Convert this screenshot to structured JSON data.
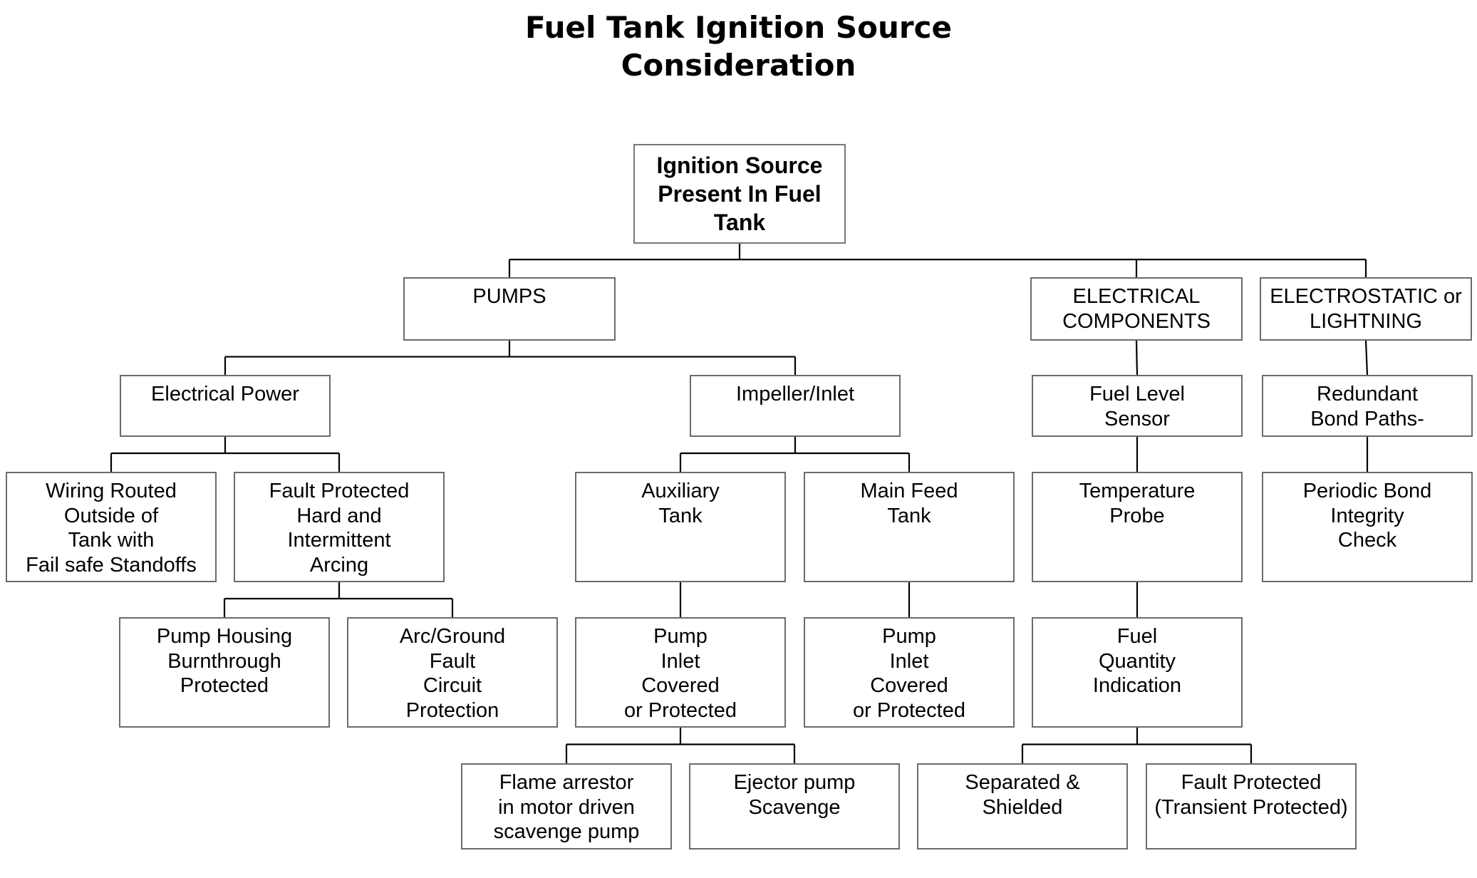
{
  "title": [
    "Fuel Tank Ignition Source",
    "Consideration"
  ],
  "nodes": [
    {
      "id": "root",
      "lines": [
        "Ignition Source",
        "Present In Fuel",
        "Tank"
      ]
    },
    {
      "id": "pumps",
      "lines": [
        "PUMPS"
      ]
    },
    {
      "id": "electrical-components",
      "lines": [
        "ELECTRICAL",
        "COMPONENTS"
      ]
    },
    {
      "id": "electrostatic-or-lightning",
      "lines": [
        "ELECTROSTATIC or",
        "LIGHTNING"
      ]
    },
    {
      "id": "electrical-power",
      "lines": [
        "Electrical Power"
      ]
    },
    {
      "id": "impeller-inlet",
      "lines": [
        "Impeller/Inlet"
      ]
    },
    {
      "id": "fuel-level-sensor",
      "lines": [
        "Fuel Level",
        "Sensor"
      ]
    },
    {
      "id": "redundant-bond-paths",
      "lines": [
        "Redundant",
        "Bond Paths-"
      ]
    },
    {
      "id": "wiring-routed",
      "lines": [
        "Wiring Routed",
        "Outside of",
        "Tank with",
        "Fail safe Standoffs"
      ]
    },
    {
      "id": "fault-protected-arcing",
      "lines": [
        "Fault Protected",
        "Hard and",
        "Intermittent",
        "Arcing"
      ]
    },
    {
      "id": "auxiliary-tank",
      "lines": [
        "Auxiliary",
        "Tank"
      ]
    },
    {
      "id": "main-feed-tank",
      "lines": [
        "Main Feed",
        "Tank"
      ]
    },
    {
      "id": "temperature-probe",
      "lines": [
        "Temperature",
        "Probe"
      ]
    },
    {
      "id": "periodic-bond-integrity-check",
      "lines": [
        "Periodic Bond",
        "Integrity",
        "Check"
      ]
    },
    {
      "id": "pump-housing-burnthrough",
      "lines": [
        "Pump Housing",
        "Burnthrough",
        "Protected"
      ]
    },
    {
      "id": "arc-ground-fault",
      "lines": [
        "Arc/Ground",
        "Fault",
        "Circuit",
        "Protection"
      ]
    },
    {
      "id": "pump-inlet-aux",
      "lines": [
        "Pump",
        "Inlet",
        "Covered",
        "or Protected"
      ]
    },
    {
      "id": "pump-inlet-main",
      "lines": [
        "Pump",
        "Inlet",
        "Covered",
        "or Protected"
      ]
    },
    {
      "id": "fuel-quantity-indication",
      "lines": [
        "Fuel",
        "Quantity",
        "Indication"
      ]
    },
    {
      "id": "flame-arrestor",
      "lines": [
        "Flame arrestor",
        "in motor driven",
        "scavenge pump"
      ]
    },
    {
      "id": "ejector-pump-scavenge",
      "lines": [
        "Ejector pump",
        "Scavenge"
      ]
    },
    {
      "id": "separated-shielded",
      "lines": [
        "Separated &",
        "Shielded"
      ]
    },
    {
      "id": "fault-protected-transient",
      "lines": [
        "Fault Protected",
        "(Transient Protected)"
      ]
    }
  ],
  "edges": [
    [
      "root",
      "pumps"
    ],
    [
      "root",
      "electrical-components"
    ],
    [
      "root",
      "electrostatic-or-lightning"
    ],
    [
      "pumps",
      "electrical-power"
    ],
    [
      "pumps",
      "impeller-inlet"
    ],
    [
      "electrical-components",
      "fuel-level-sensor"
    ],
    [
      "electrostatic-or-lightning",
      "redundant-bond-paths"
    ],
    [
      "electrical-power",
      "wiring-routed"
    ],
    [
      "electrical-power",
      "fault-protected-arcing"
    ],
    [
      "impeller-inlet",
      "auxiliary-tank"
    ],
    [
      "impeller-inlet",
      "main-feed-tank"
    ],
    [
      "fuel-level-sensor",
      "temperature-probe"
    ],
    [
      "redundant-bond-paths",
      "periodic-bond-integrity-check"
    ],
    [
      "fault-protected-arcing",
      "pump-housing-burnthrough"
    ],
    [
      "fault-protected-arcing",
      "arc-ground-fault"
    ],
    [
      "auxiliary-tank",
      "pump-inlet-aux"
    ],
    [
      "main-feed-tank",
      "pump-inlet-main"
    ],
    [
      "temperature-probe",
      "fuel-quantity-indication"
    ],
    [
      "pump-inlet-aux",
      "flame-arrestor"
    ],
    [
      "pump-inlet-aux",
      "ejector-pump-scavenge"
    ],
    [
      "fuel-quantity-indication",
      "separated-shielded"
    ],
    [
      "fuel-quantity-indication",
      "fault-protected-transient"
    ]
  ]
}
